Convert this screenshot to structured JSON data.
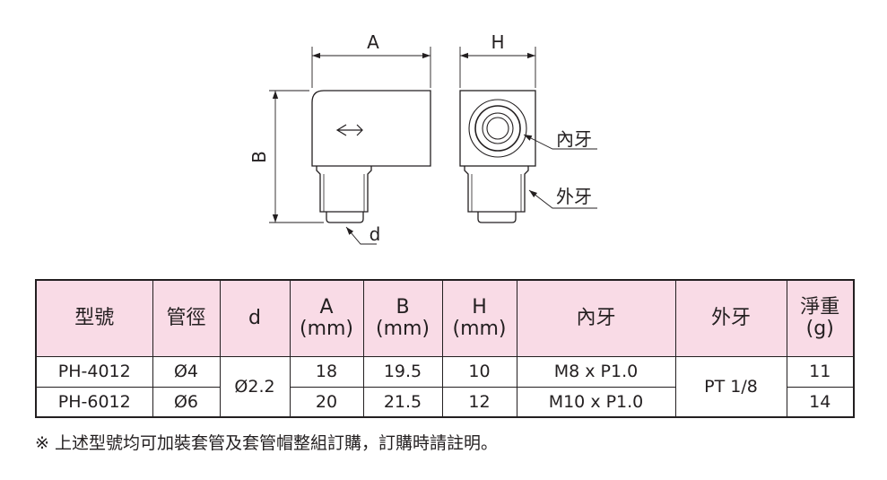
{
  "drawing": {
    "dimensions": {
      "A": "A",
      "H": "H",
      "B": "B",
      "d": "d"
    },
    "callouts": {
      "inner_thread": "內牙",
      "outer_thread": "外牙"
    }
  },
  "table": {
    "headers": [
      {
        "line1": "型號",
        "line2": ""
      },
      {
        "line1": "管徑",
        "line2": ""
      },
      {
        "line1": "d",
        "line2": ""
      },
      {
        "line1": "A",
        "line2": "(mm)"
      },
      {
        "line1": "B",
        "line2": "(mm)"
      },
      {
        "line1": "H",
        "line2": "(mm)"
      },
      {
        "line1": "內牙",
        "line2": ""
      },
      {
        "line1": "外牙",
        "line2": ""
      },
      {
        "line1": "淨重",
        "line2": "(g)"
      }
    ],
    "rows": [
      {
        "model": "PH-4012",
        "tube": "Ø4",
        "A": "18",
        "B": "19.5",
        "H": "10",
        "inner": "M8 x P1.0",
        "weight": "11"
      },
      {
        "model": "PH-6012",
        "tube": "Ø6",
        "A": "20",
        "B": "21.5",
        "H": "12",
        "inner": "M10 x P1.0",
        "weight": "14"
      }
    ],
    "shared_d": "Ø2.2",
    "shared_outer": "PT 1/8"
  },
  "note": "※ 上述型號均可加裝套管及套管帽整組訂購，訂購時請註明。",
  "colors": {
    "header_bg": "#f9dbe6",
    "line": "#231f20"
  }
}
